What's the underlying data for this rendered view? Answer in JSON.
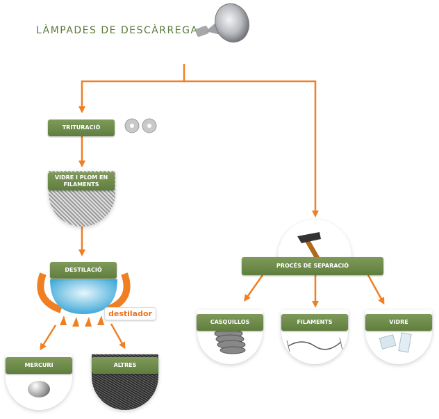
{
  "title": "LÀMPADES DE DESCÀRREGA",
  "nodes": {
    "trituracio": "TRITURACIÓ",
    "vidre_plom": "VIDRE I PLOM EN FILAMENTS",
    "destilacio": "DESTILACIÓ",
    "destilador": "destilador",
    "mercuri": "MERCURI",
    "altres": "ALTRES",
    "proces": "PROCÉS DE SEPARACIÓ",
    "casquillos": "CASQUILLOS",
    "filaments": "FILAMENTS",
    "vidre": "VIDRE"
  },
  "colors": {
    "arrow": "#f07f23",
    "box": "#6b8a47",
    "title": "#5a7a3a"
  }
}
